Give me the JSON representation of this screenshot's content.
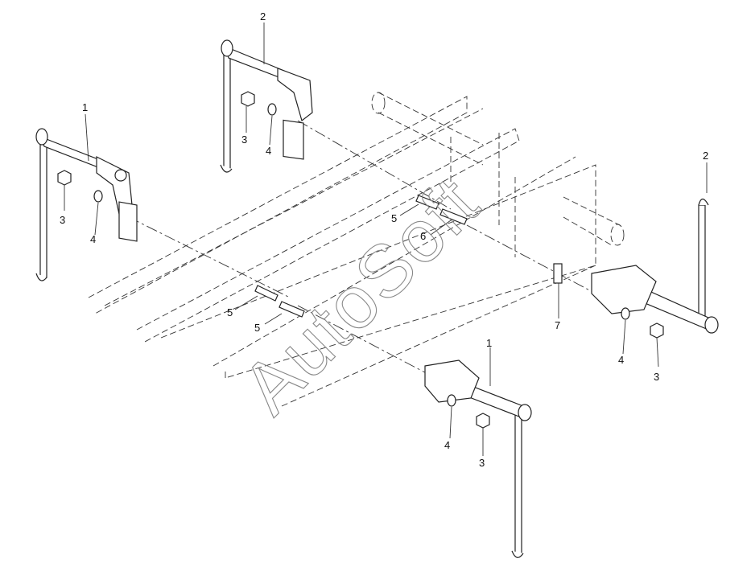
{
  "watermark": "AutoSoft",
  "callouts": {
    "bracket_left_1": "1",
    "bracket_top_2": "2",
    "bracket_right_2": "2",
    "bracket_bottom_1": "1",
    "nut_left_3": "3",
    "washer_left_4": "4",
    "nut_top_3": "3",
    "washer_top_4": "4",
    "bolt_top_5": "5",
    "bolt_top_6": "6",
    "bolt_mid_5a": "5",
    "bolt_mid_5b": "5",
    "plate_7": "7",
    "washer_right_4": "4",
    "nut_right_3": "3",
    "washer_bottom_4": "4",
    "nut_bottom_3": "3"
  }
}
